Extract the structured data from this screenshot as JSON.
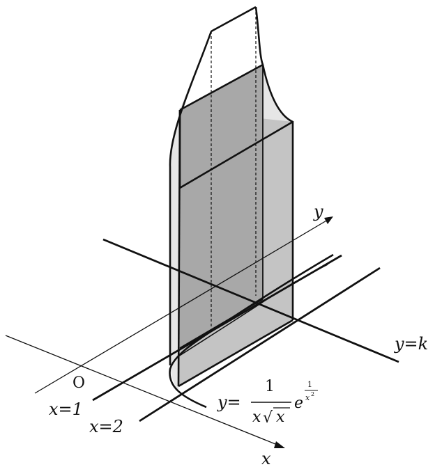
{
  "labels": {
    "x_axis": "x",
    "y_axis": "y",
    "origin": "O",
    "line_x1": "x=1",
    "line_x2": "x=2",
    "line_yk": "y=k"
  },
  "formula": {
    "lhs": "y=",
    "numerator": "1",
    "denominator_x": "x",
    "denominator_root": "√",
    "radicand": "x",
    "base": "e",
    "exp_numerator": "1",
    "exp_denominator": "x",
    "exp_power": "2"
  },
  "colors": {
    "outer_face": "#e6e6e6",
    "cross_section": "#a8a8a8",
    "stroke": "#111111"
  }
}
